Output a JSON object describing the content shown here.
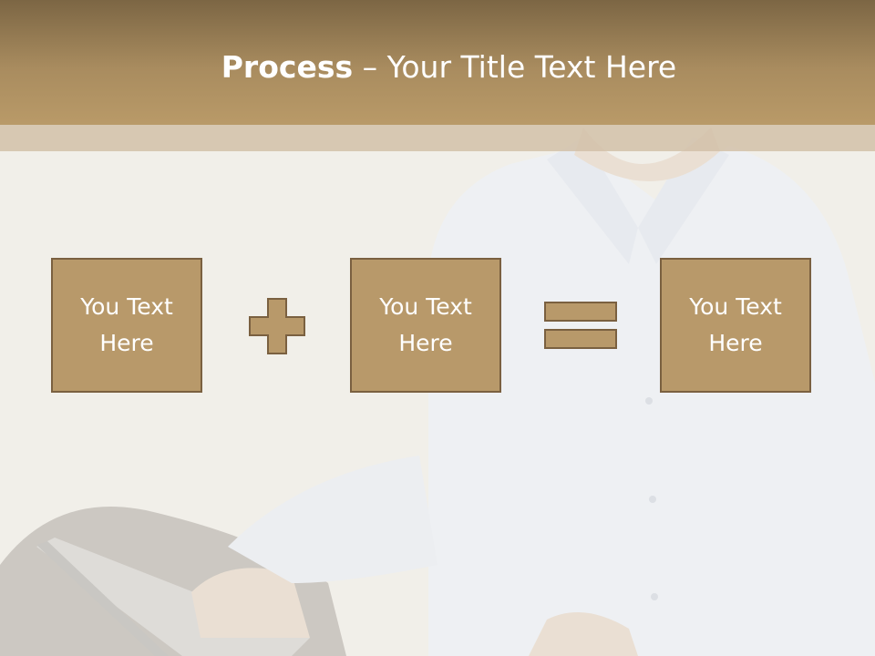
{
  "slide": {
    "title_bold": "Process",
    "title_separator": " – ",
    "title_rest": "Your Title Text Here"
  },
  "equation": {
    "boxes": [
      {
        "label": "You Text Here"
      },
      {
        "label": "You Text Here"
      },
      {
        "label": "You Text Here"
      }
    ],
    "operators": [
      "plus-icon",
      "equals-icon"
    ]
  },
  "colors": {
    "header": "#a98c5f",
    "box_fill": "#b8996a",
    "box_border": "#7a6040",
    "text": "#ffffff"
  }
}
